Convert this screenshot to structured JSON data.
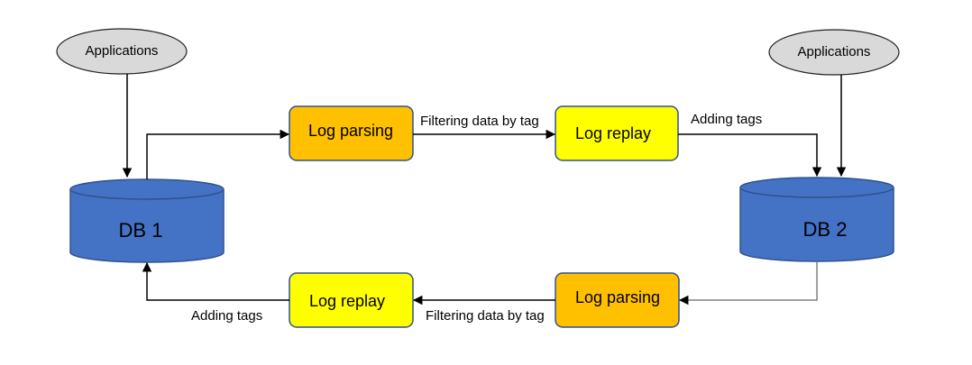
{
  "nodes": {
    "apps_left": "Applications",
    "apps_right": "Applications",
    "db1": "DB 1",
    "db2": "DB 2",
    "parse_top": "Log parsing",
    "replay_top": "Log replay",
    "parse_bottom": "Log parsing",
    "replay_bottom": "Log replay"
  },
  "edges": {
    "top_filter": "Filtering data by tag",
    "top_tags": "Adding tags",
    "bottom_filter": "Filtering data by tag",
    "bottom_tags": "Adding tags"
  },
  "colors": {
    "db_fill": "#4472C4",
    "db_stroke": "#2F528F",
    "parse_fill": "#FFC000",
    "replay_fill": "#FFFF00",
    "box_stroke": "#2F528F",
    "ellipse_fill": "#D9D9D9"
  }
}
